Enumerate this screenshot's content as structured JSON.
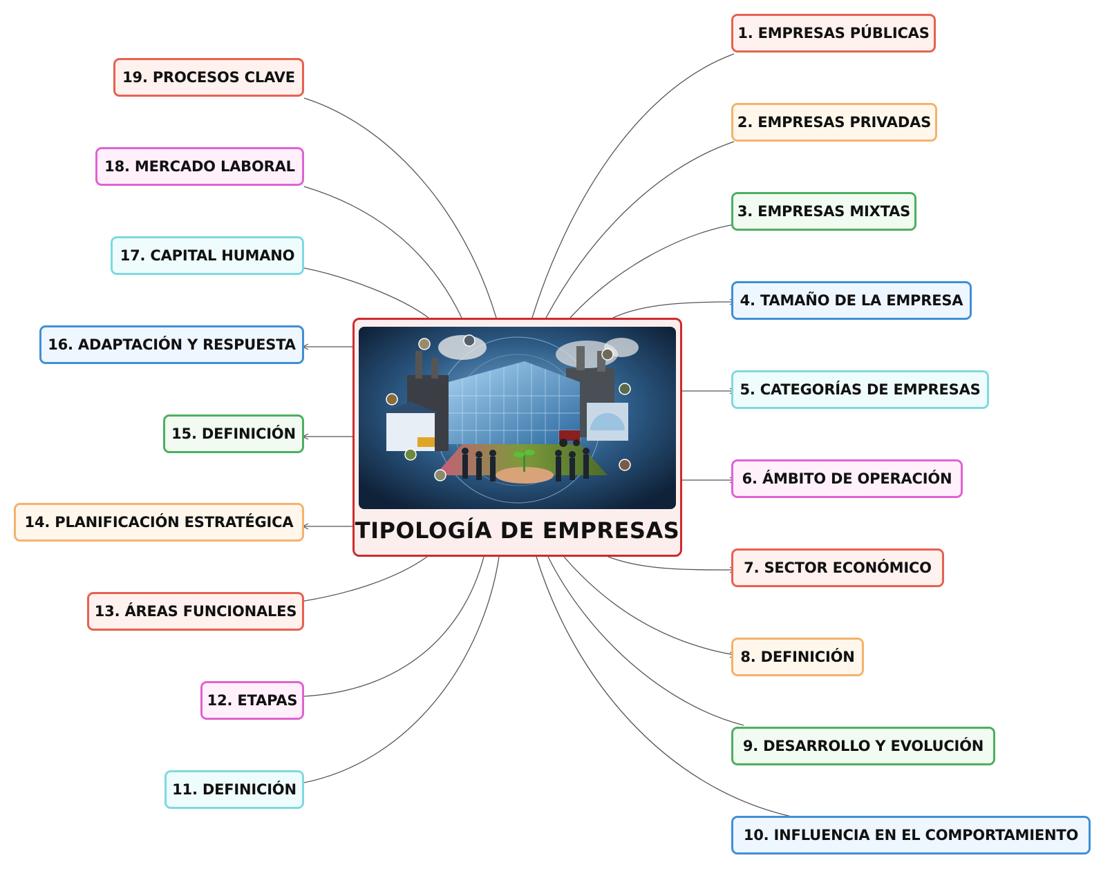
{
  "central": {
    "title": "TIPOLOGÍA DE EMPRESAS",
    "image": "industrial-business-collage"
  },
  "branches": [
    {
      "id": "n1",
      "label": "1. EMPRESAS PÚBLICAS",
      "color": "#e8604f"
    },
    {
      "id": "n2",
      "label": "2. EMPRESAS PRIVADAS",
      "color": "#f4b26a"
    },
    {
      "id": "n3",
      "label": "3. EMPRESAS MIXTAS",
      "color": "#4caf5f"
    },
    {
      "id": "n4",
      "label": "4. TAMAÑO DE LA EMPRESA",
      "color": "#3f8fd6"
    },
    {
      "id": "n5",
      "label": "5. CATEGORÍAS DE EMPRESAS",
      "color": "#7ed9df"
    },
    {
      "id": "n6",
      "label": "6. ÁMBITO DE OPERACIÓN",
      "color": "#e062d2"
    },
    {
      "id": "n7",
      "label": "7. SECTOR ECONÓMICO",
      "color": "#e8604f"
    },
    {
      "id": "n8",
      "label": "8. DEFINICIÓN",
      "color": "#f4b26a"
    },
    {
      "id": "n9",
      "label": "9. DESARROLLO Y EVOLUCIÓN",
      "color": "#4caf5f"
    },
    {
      "id": "n10",
      "label": "10. INFLUENCIA EN EL COMPORTAMIENTO",
      "color": "#3f8fd6"
    },
    {
      "id": "n11",
      "label": "11. DEFINICIÓN",
      "color": "#7ed9df"
    },
    {
      "id": "n12",
      "label": "12. ETAPAS",
      "color": "#e062d2"
    },
    {
      "id": "n13",
      "label": "13. ÁREAS FUNCIONALES",
      "color": "#e8604f"
    },
    {
      "id": "n14",
      "label": "14. PLANIFICACIÓN ESTRATÉGICA",
      "color": "#f4b26a"
    },
    {
      "id": "n15",
      "label": "15. DEFINICIÓN",
      "color": "#4caf5f"
    },
    {
      "id": "n16",
      "label": "16. ADAPTACIÓN Y RESPUESTA",
      "color": "#3f8fd6"
    },
    {
      "id": "n17",
      "label": "17. CAPITAL HUMANO",
      "color": "#7ed9df"
    },
    {
      "id": "n18",
      "label": "18. MERCADO LABORAL",
      "color": "#e062d2"
    },
    {
      "id": "n19",
      "label": "19. PROCESOS CLAVE",
      "color": "#e8604f"
    }
  ],
  "connector_color": "#555555"
}
